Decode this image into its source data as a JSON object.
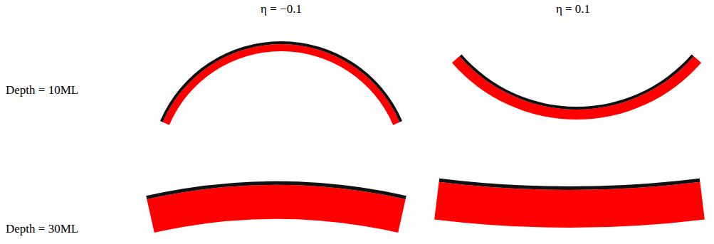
{
  "diagram": {
    "labels": [
      "η = −0.1",
      "η = 0.1",
      "Depth = 10ML",
      "Depth = 30ML"
    ]
  }
}
